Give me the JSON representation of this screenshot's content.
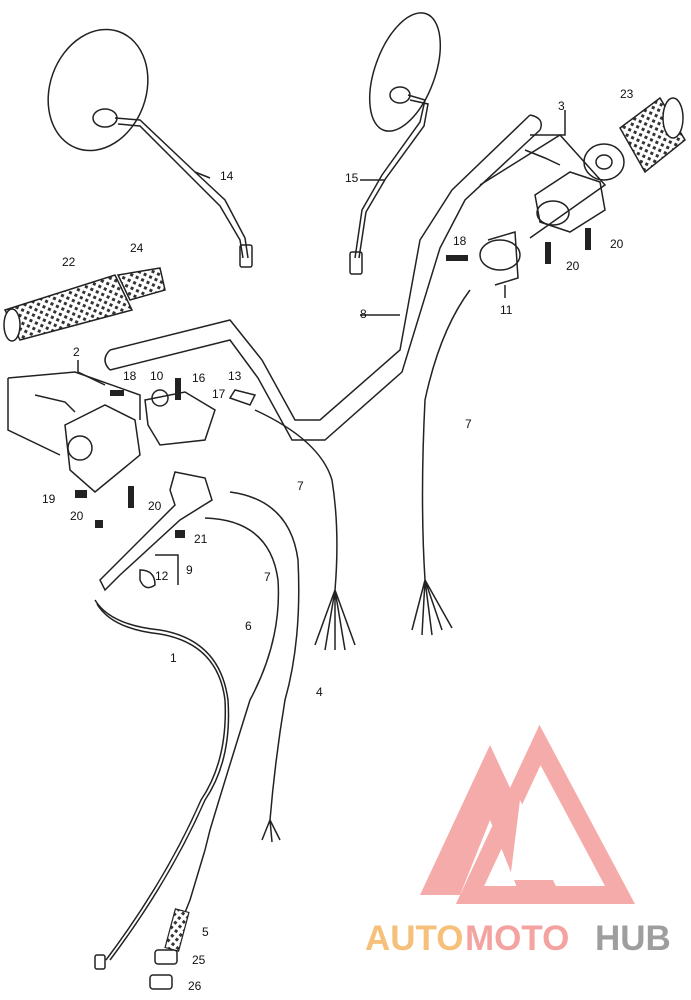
{
  "diagram": {
    "parts": [
      {
        "id": "p1",
        "label": "1"
      },
      {
        "id": "p2",
        "label": "2"
      },
      {
        "id": "p3",
        "label": "3"
      },
      {
        "id": "p4",
        "label": "4"
      },
      {
        "id": "p5",
        "label": "5"
      },
      {
        "id": "p6",
        "label": "6"
      },
      {
        "id": "p7a",
        "label": "7"
      },
      {
        "id": "p7b",
        "label": "7"
      },
      {
        "id": "p7c",
        "label": "7"
      },
      {
        "id": "p8",
        "label": "8"
      },
      {
        "id": "p9",
        "label": "9"
      },
      {
        "id": "p10",
        "label": "10"
      },
      {
        "id": "p11",
        "label": "11"
      },
      {
        "id": "p12",
        "label": "12"
      },
      {
        "id": "p13",
        "label": "13"
      },
      {
        "id": "p14",
        "label": "14"
      },
      {
        "id": "p15",
        "label": "15"
      },
      {
        "id": "p16",
        "label": "16"
      },
      {
        "id": "p17",
        "label": "17"
      },
      {
        "id": "p18a",
        "label": "18"
      },
      {
        "id": "p18b",
        "label": "18"
      },
      {
        "id": "p19",
        "label": "19"
      },
      {
        "id": "p20a",
        "label": "20"
      },
      {
        "id": "p20b",
        "label": "20"
      },
      {
        "id": "p20c",
        "label": "20"
      },
      {
        "id": "p20d",
        "label": "20"
      },
      {
        "id": "p21",
        "label": "21"
      },
      {
        "id": "p22",
        "label": "22"
      },
      {
        "id": "p23",
        "label": "23"
      },
      {
        "id": "p24",
        "label": "24"
      },
      {
        "id": "p25",
        "label": "25"
      },
      {
        "id": "p26",
        "label": "26"
      }
    ],
    "colors": {
      "line": "#222222",
      "watermark": "#f5a3a0",
      "watermark_auto": "#f6c07a",
      "watermark_hub": "#9e9e9e"
    }
  },
  "watermark": {
    "brand_auto": "AUTO",
    "brand_moto": "MOTO",
    "brand_hub": "HUB"
  }
}
